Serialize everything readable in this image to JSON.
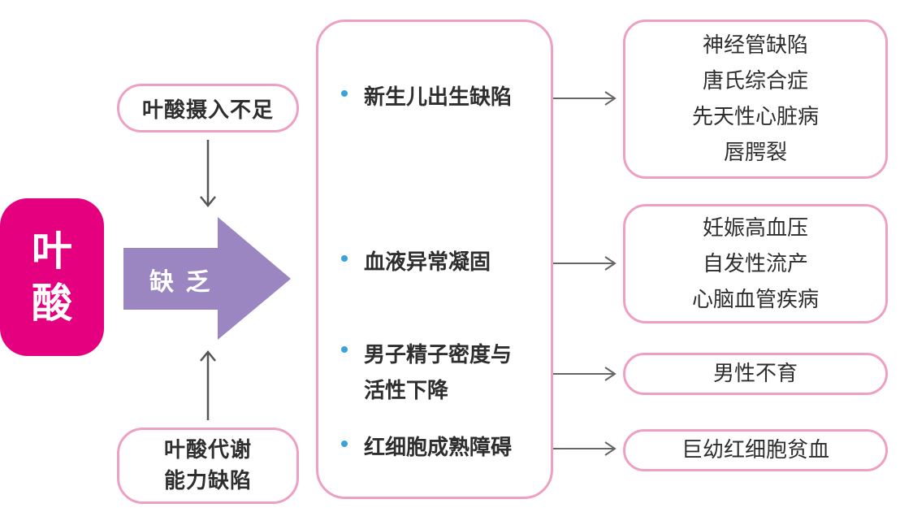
{
  "main_label": "叶酸",
  "arrow_label": "缺 乏",
  "causes": {
    "intake": "叶酸摄入不足",
    "metabolism": [
      "叶酸代谢",
      "能力缺陷"
    ]
  },
  "effects": [
    {
      "label": "新生儿出生缺陷",
      "results": [
        "神经管缺陷",
        "唐氏综合症",
        "先天性心脏病",
        "唇腭裂"
      ]
    },
    {
      "label": "血液异常凝固",
      "results": [
        "妊娠高血压",
        "自发性流产",
        "心脑血管疾病"
      ]
    },
    {
      "label": "男子精子密度与活性下降",
      "results": [
        "男性不育"
      ]
    },
    {
      "label": "红细胞成熟障碍",
      "results": [
        "巨幼红细胞贫血"
      ]
    }
  ],
  "colors": {
    "main": "#e4007f",
    "border": "#eea0c3",
    "arrow": "#9b86c2",
    "bullet": "#3aa3da",
    "line": "#666666"
  }
}
